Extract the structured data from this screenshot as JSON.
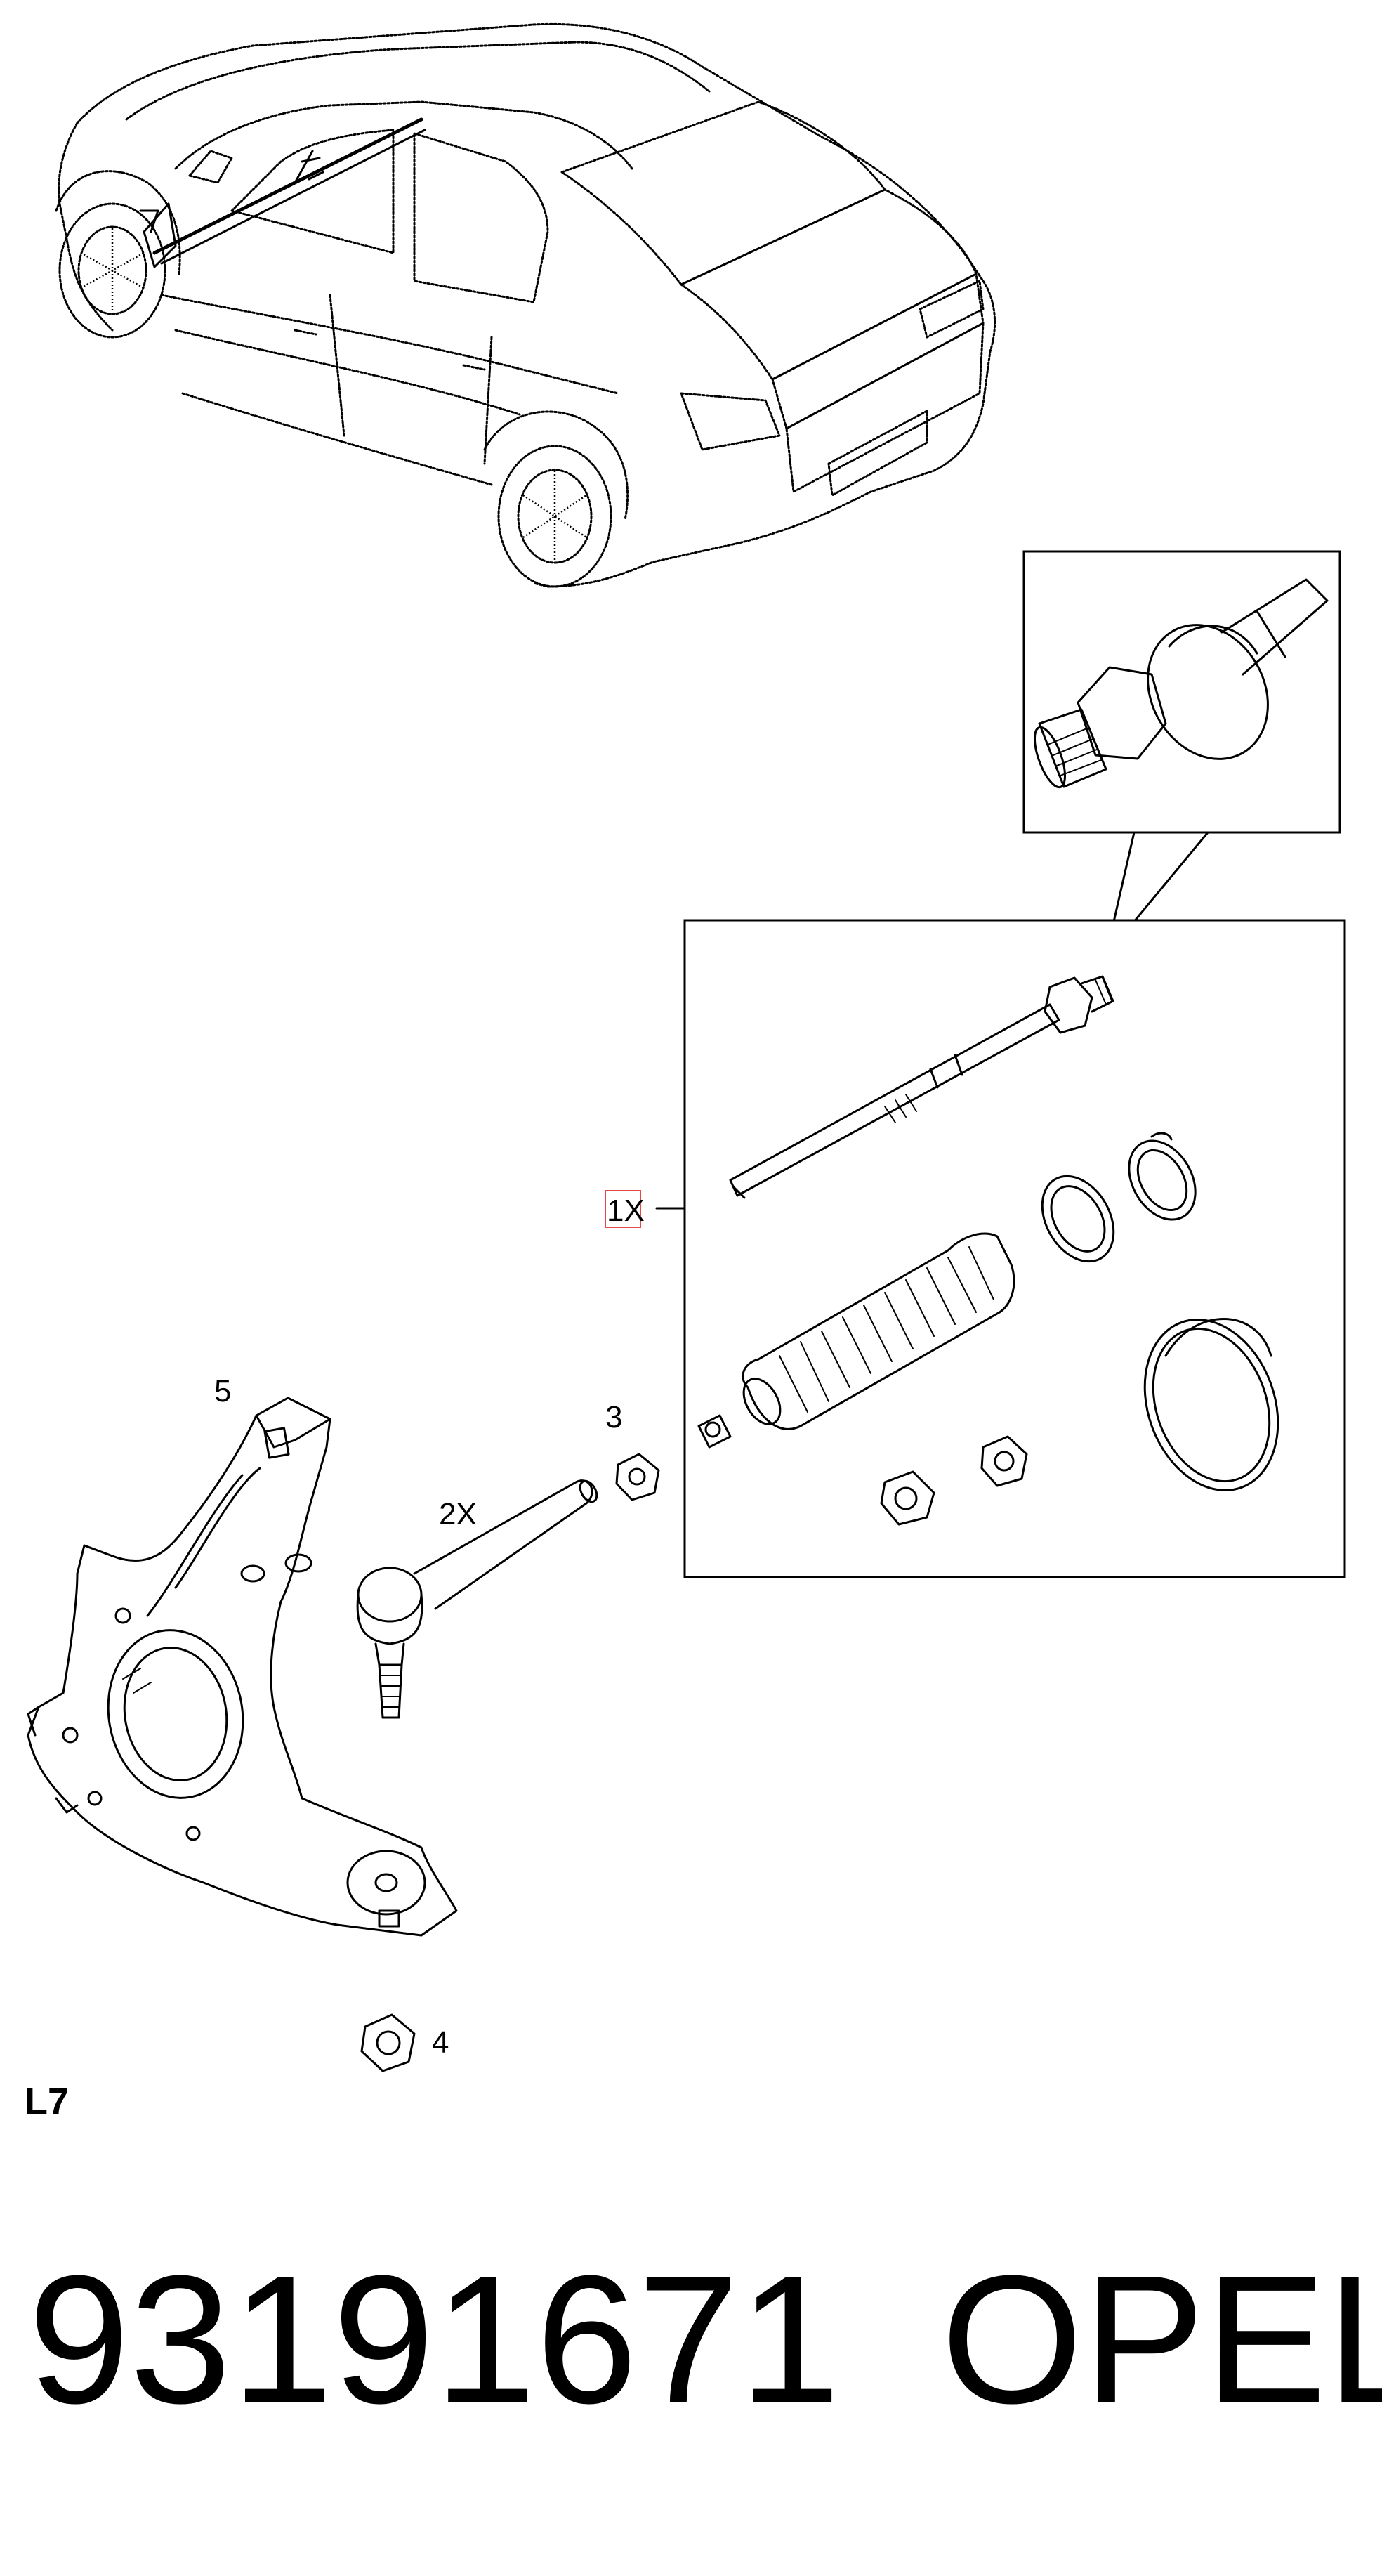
{
  "callouts": {
    "kit_qty": "1X",
    "nut_item": "3",
    "lower_nut_item": "4",
    "knuckle_item": "5",
    "tie_rod_end_qty": "2X"
  },
  "diagram_code": "L7",
  "part_number": "93191671",
  "brand": "OPEL",
  "colors": {
    "line": "#000000",
    "background": "#ffffff",
    "highlight_box": "#e8484a"
  }
}
